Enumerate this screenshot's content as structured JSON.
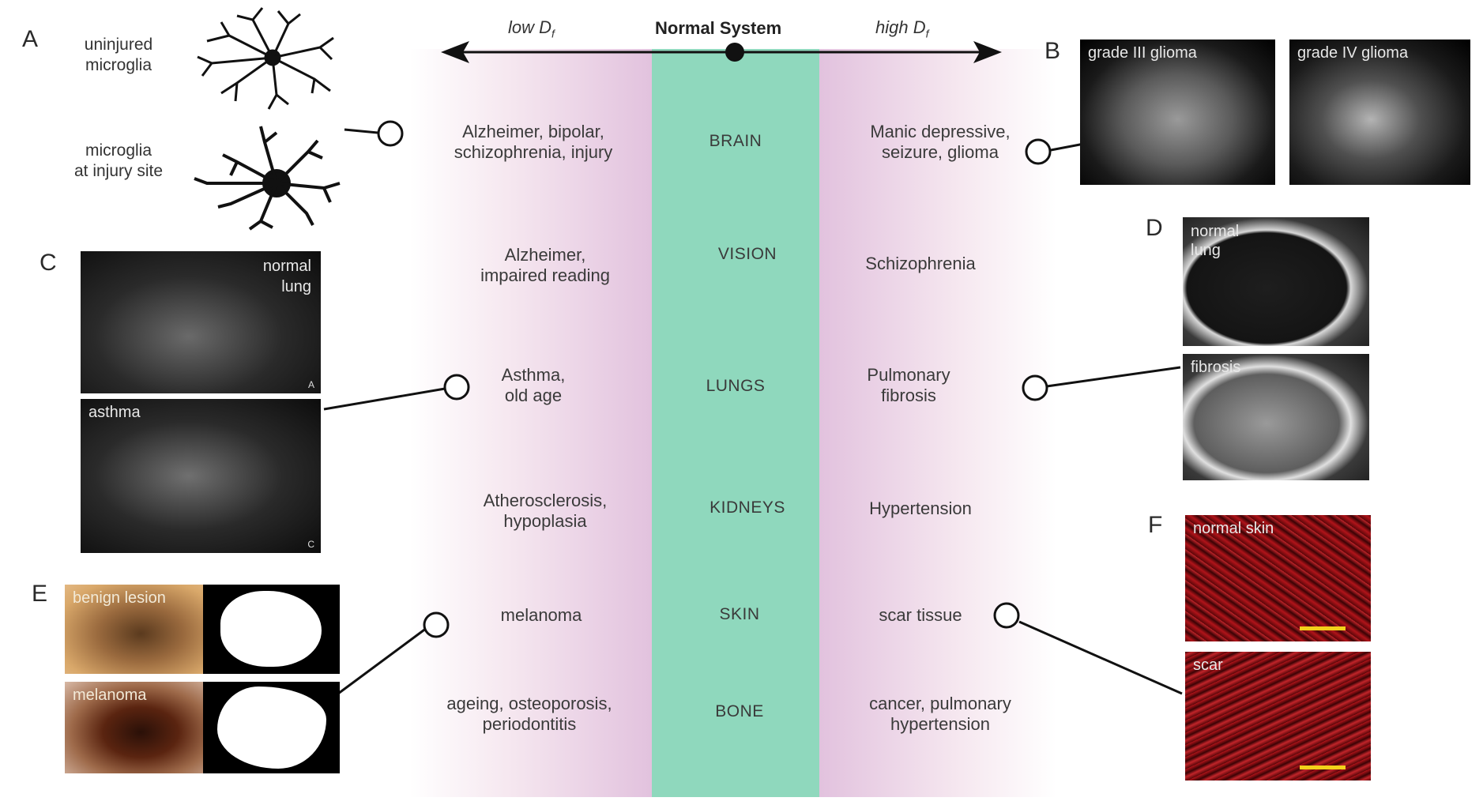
{
  "header": {
    "title": "Normal System",
    "left_label": "low D",
    "left_sub": "f",
    "right_label": "high D",
    "right_sub": "f"
  },
  "panels": {
    "A": {
      "letter": "A",
      "label_top": [
        "uninjured",
        "microglia"
      ],
      "label_bottom": [
        "microglia",
        "at injury site"
      ]
    },
    "B": {
      "letter": "B",
      "image1": "grade III glioma",
      "image2": "grade IV glioma"
    },
    "C": {
      "letter": "C",
      "image1": [
        "normal",
        "lung"
      ],
      "image1_corner": "A",
      "image2": "asthma",
      "image2_corner": "C"
    },
    "D": {
      "letter": "D",
      "image1": [
        "normal",
        "lung"
      ],
      "image2": "fibrosis"
    },
    "E": {
      "letter": "E",
      "image1": "benign lesion",
      "image2": "melanoma"
    },
    "F": {
      "letter": "F",
      "image1": "normal skin",
      "image2": "scar"
    }
  },
  "rows": [
    {
      "system": "BRAIN",
      "low": [
        "Alzheimer, bipolar,",
        "schizophrenia, injury"
      ],
      "high": [
        "Manic depressive,",
        "seizure, glioma"
      ]
    },
    {
      "system": "VISION",
      "low": [
        "Alzheimer,",
        "impaired reading"
      ],
      "high": [
        "Schizophrenia"
      ]
    },
    {
      "system": "LUNGS",
      "low": [
        "Asthma,",
        "old age"
      ],
      "high": [
        "Pulmonary",
        "fibrosis"
      ]
    },
    {
      "system": "KIDNEYS",
      "low": [
        "Atherosclerosis,",
        "hypoplasia"
      ],
      "high": [
        "Hypertension"
      ]
    },
    {
      "system": "SKIN",
      "low": [
        "melanoma"
      ],
      "high": [
        "scar tissue"
      ]
    },
    {
      "system": "BONE",
      "low": [
        "ageing, osteoporosis,",
        "periodontitis"
      ],
      "high": [
        "cancer, pulmonary",
        "hypertension"
      ]
    }
  ],
  "colors": {
    "band_center": "#8fd8bd",
    "band_side": "#e2c2de",
    "skin_red": "#b0141a",
    "scale_bar": "#f2d21a"
  }
}
